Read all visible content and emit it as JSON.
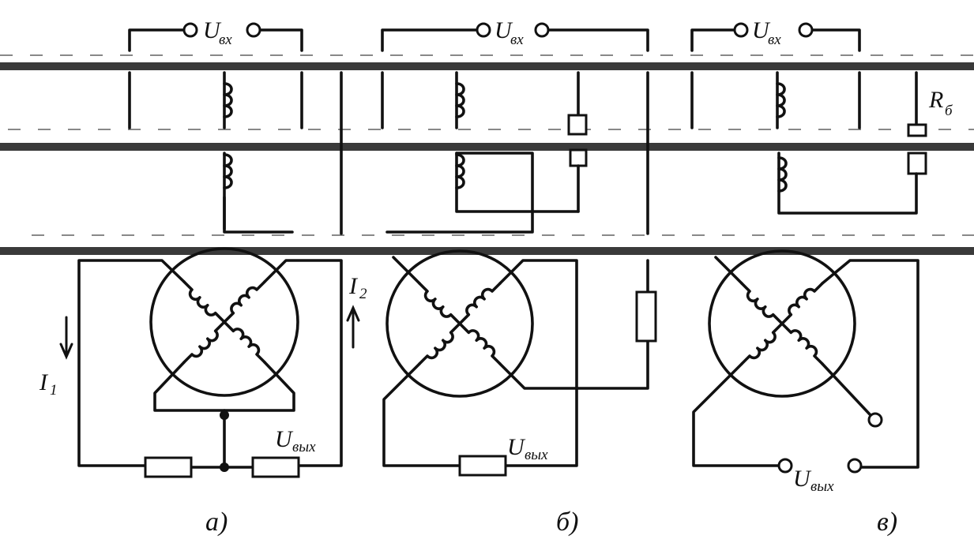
{
  "labels": {
    "u_main": "U",
    "u_in_sub": "вх",
    "u_out_sub": "вых",
    "i_main": "I",
    "i1_sub": "1",
    "i2_sub": "2",
    "rb_main": "R",
    "rb_sub": "б"
  },
  "captions": {
    "a": "а)",
    "b": "б)",
    "c": "в)"
  }
}
